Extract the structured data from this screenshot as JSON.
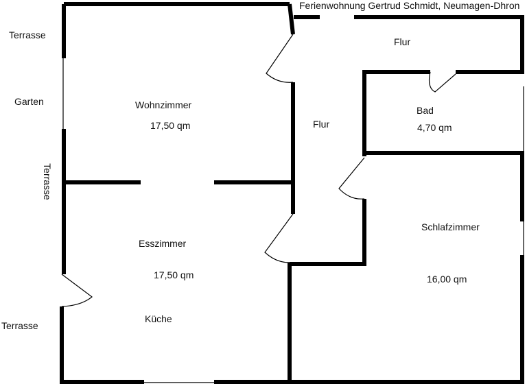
{
  "title": "Ferienwohnung Gertrud Schmidt, Neumagen-Dhron",
  "rooms": {
    "wohnzimmer": {
      "name": "Wohnzimmer",
      "area": "17,50 qm"
    },
    "esszimmer": {
      "name": "Esszimmer",
      "area": "17,50 qm"
    },
    "kueche": {
      "name": "Küche"
    },
    "flur_top": {
      "name": "Flur"
    },
    "flur_mid": {
      "name": "Flur"
    },
    "bad": {
      "name": "Bad",
      "area": "4,70 qm"
    },
    "schlafzimmer": {
      "name": "Schlafzimmer",
      "area": "16,00 qm"
    }
  },
  "outside": {
    "terrasse_top": "Terrasse",
    "garten": "Garten",
    "terrasse_side": "Terrasse",
    "terrasse_bottom": "Terrasse"
  }
}
